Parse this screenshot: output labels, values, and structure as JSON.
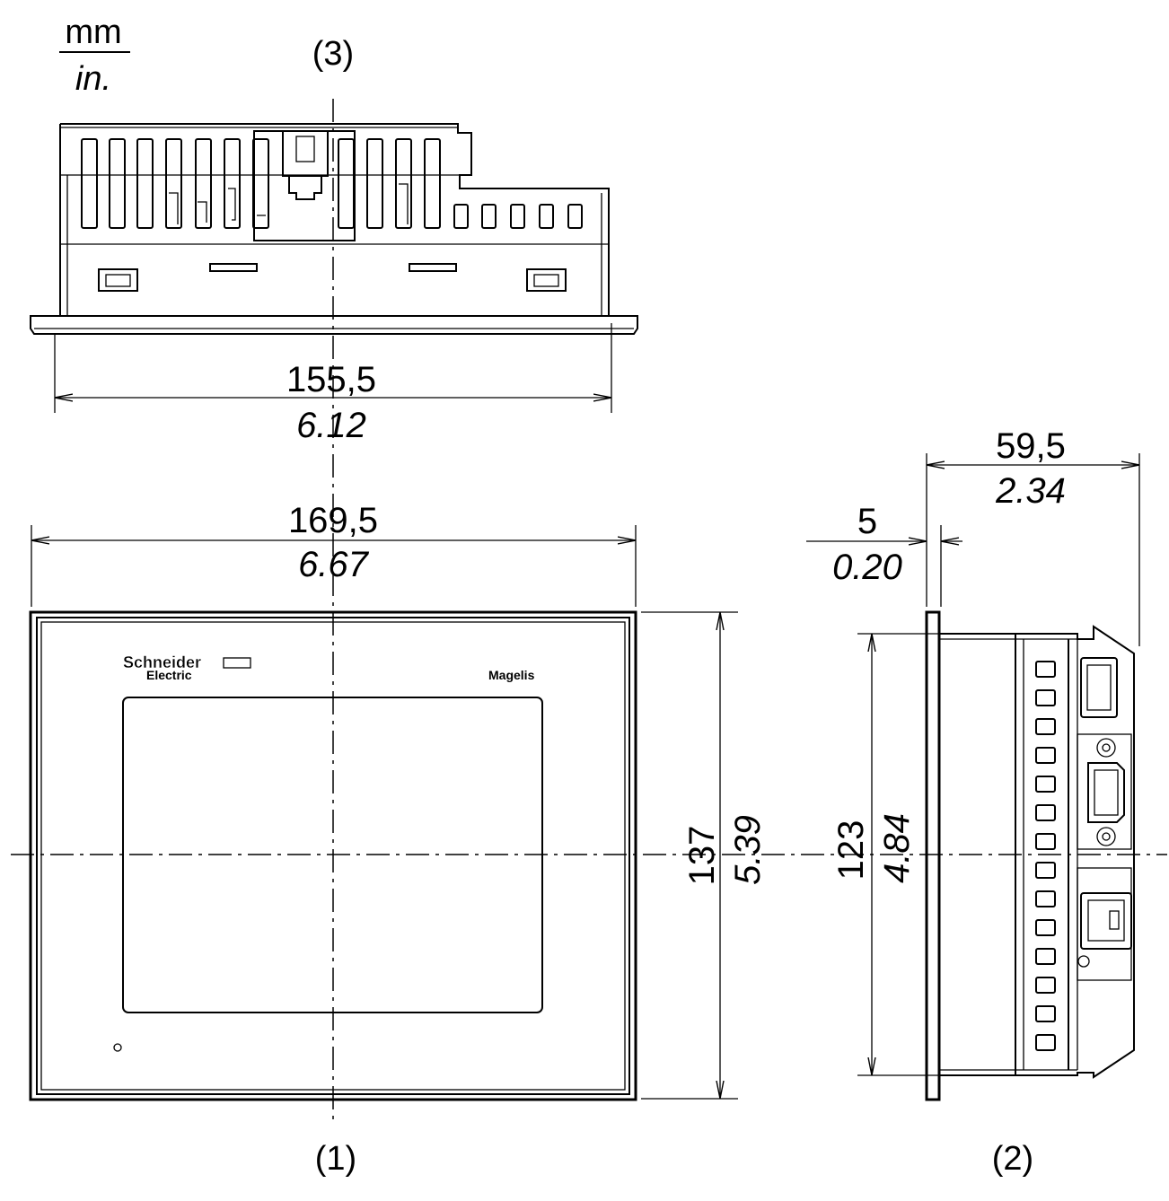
{
  "units": {
    "top": "mm",
    "bottom": "in."
  },
  "views": {
    "top": "(3)",
    "front": "(1)",
    "side": "(2)"
  },
  "dimensions": {
    "top_width": {
      "mm": "155,5",
      "in": "6.12"
    },
    "front_width": {
      "mm": "169,5",
      "in": "6.67"
    },
    "front_height": {
      "mm": "137",
      "in": "5.39"
    },
    "side_depth": {
      "mm": "59,5",
      "in": "2.34"
    },
    "bezel_depth": {
      "mm": "5",
      "in": "0.20"
    },
    "side_height": {
      "mm": "123",
      "in": "4.84"
    }
  },
  "logo": {
    "brand_line1": "Schneider",
    "brand_line2": "Electric",
    "product": "Magelis"
  }
}
